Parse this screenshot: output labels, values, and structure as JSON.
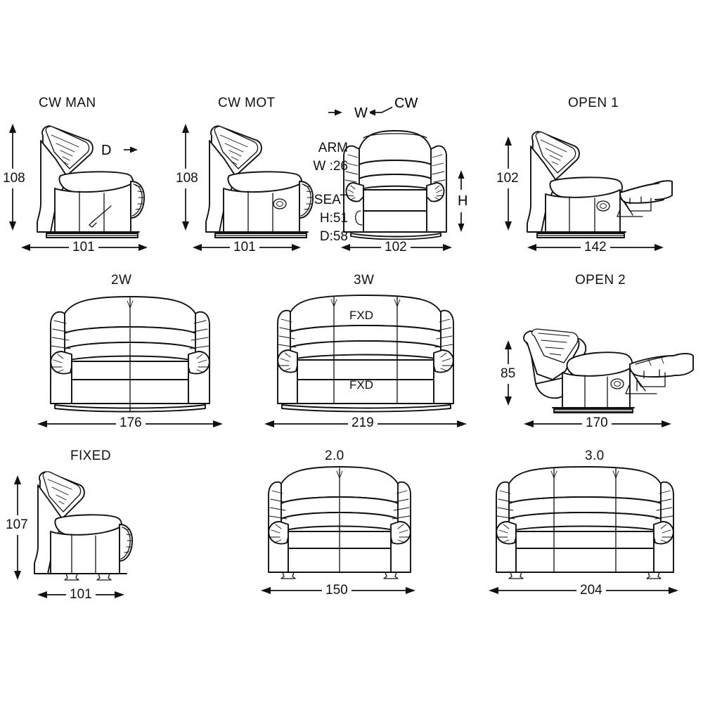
{
  "diagram": {
    "title_alt": "Recliner and sofa dimension chart",
    "units_note": "",
    "stroke_color": "#111111",
    "background_color": "#ffffff"
  },
  "specs": {
    "arm_label": "ARM",
    "arm_width": "W :26",
    "seat_label": "SEAT",
    "seat_height": "H:51",
    "seat_depth": "D:58"
  },
  "callouts": {
    "depth": "D",
    "width": "W",
    "chair_width": "CW",
    "height": "H"
  },
  "panels": [
    {
      "id": "cw-man",
      "title": "CW MAN",
      "view": "side",
      "height": "108",
      "width": "101",
      "has_manual_handle": true,
      "has_power_button": false,
      "callout": "D"
    },
    {
      "id": "cw-mot",
      "title": "CW MOT",
      "view": "side",
      "height": "108",
      "width": "101",
      "has_manual_handle": false,
      "has_power_button": true,
      "callout": ""
    },
    {
      "id": "cw-front",
      "title": "",
      "view": "front-single",
      "height": "",
      "width": "102",
      "callout_top_left": "W",
      "callout_top_right": "CW",
      "callout_right": "H"
    },
    {
      "id": "open-1",
      "title": "OPEN 1",
      "view": "side-reclined-partial",
      "height": "102",
      "width": "142",
      "has_power_button": true
    },
    {
      "id": "two-w",
      "title": "2W",
      "view": "front-2seat",
      "width": "176",
      "height": ""
    },
    {
      "id": "three-w",
      "title": "3W",
      "view": "front-3seat",
      "width": "219",
      "height": "",
      "badges": [
        "FXD",
        "FXD"
      ]
    },
    {
      "id": "open-2",
      "title": "OPEN 2",
      "view": "side-reclined-full",
      "height": "85",
      "width": "170",
      "has_power_button": true
    },
    {
      "id": "fixed",
      "title": "FIXED",
      "view": "side-fixed",
      "height": "107",
      "width": "101"
    },
    {
      "id": "two-point-zero",
      "title": "2.0",
      "view": "front-2seat-fixed",
      "width": "150",
      "height": ""
    },
    {
      "id": "three-point-zero",
      "title": "3.0",
      "view": "front-3seat-fixed",
      "width": "204",
      "height": ""
    }
  ]
}
